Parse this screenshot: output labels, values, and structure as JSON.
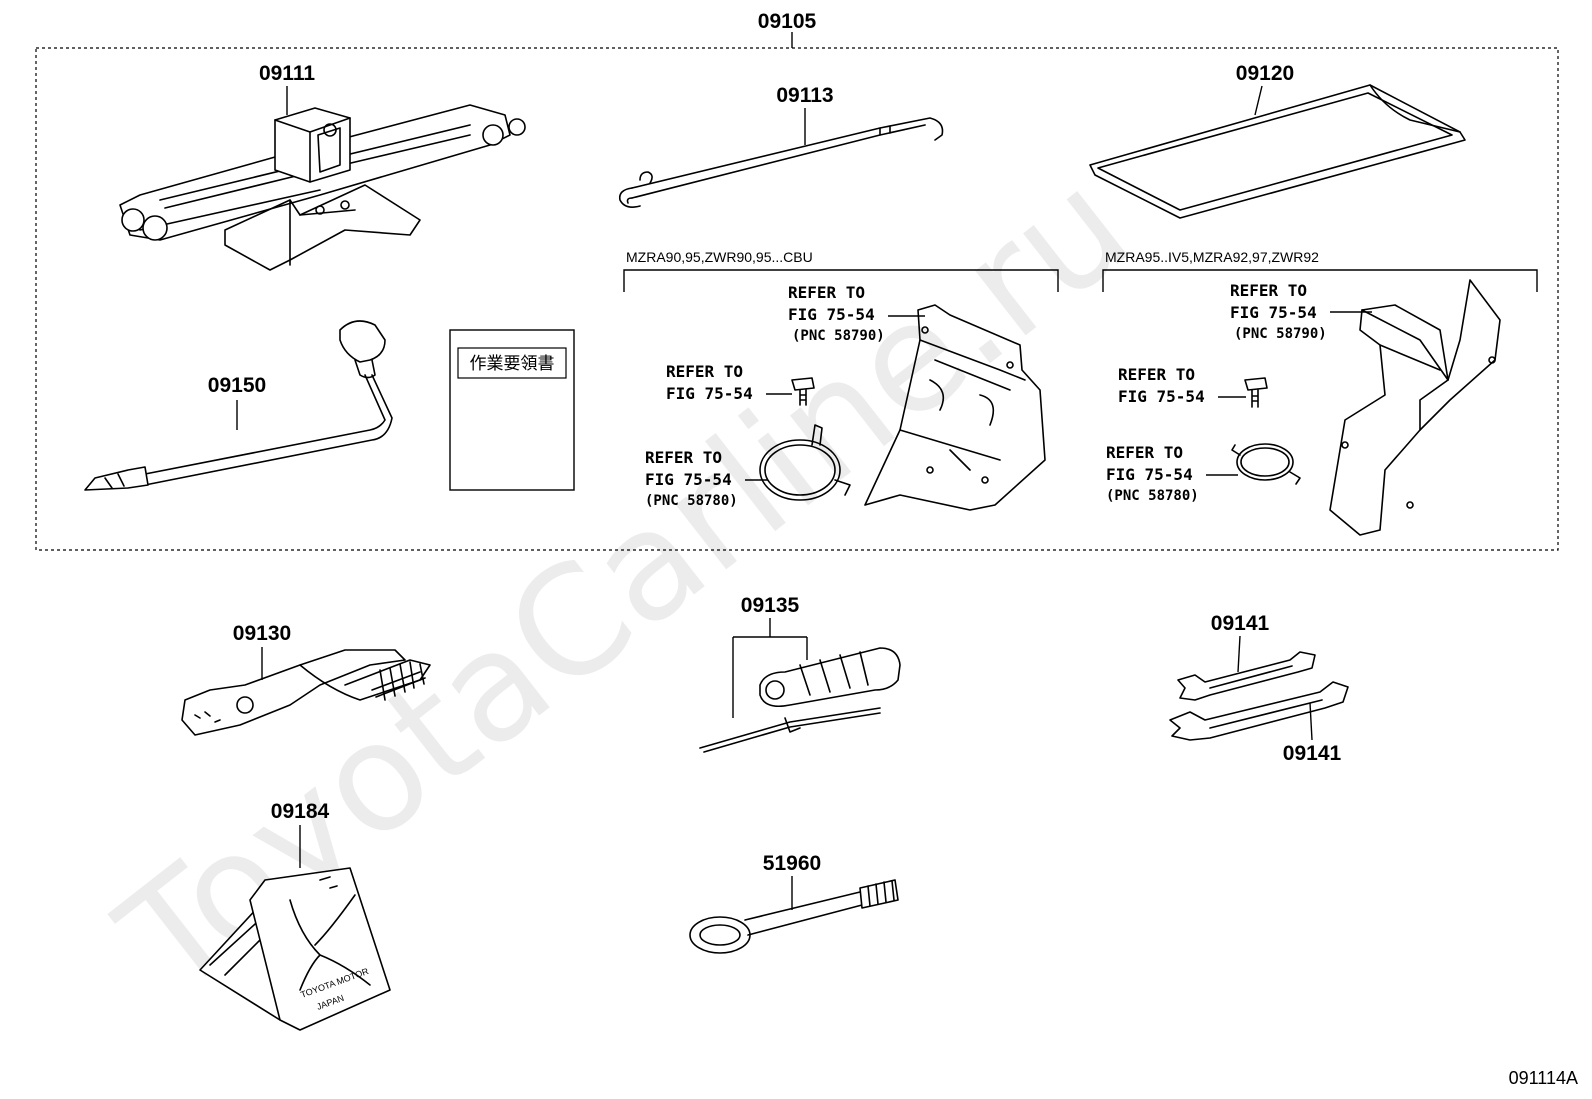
{
  "watermark": "ToyotaCarline.ru",
  "diagram_code": "091114A",
  "parts": {
    "group": "09105",
    "jack": "09111",
    "jack_handle": "09113",
    "tool_bag": "09120",
    "wheel_wrench": "09150",
    "pliers": "09130",
    "screwdriver": "09135",
    "wrench_a": "09141",
    "wrench_b": "09141",
    "wheel_chock": "09184",
    "towing_eye": "51960"
  },
  "manual_label": "作業要領書",
  "chock_text": {
    "line1": "TOYOTA MOTOR",
    "line2": "JAPAN"
  },
  "variants": {
    "left": {
      "title": "MZRA90,95,ZWR90,95...CBU",
      "bracket": {
        "line1": "REFER TO",
        "line2": "FIG 75-54",
        "line3": "(PNC 58790)"
      },
      "bolt": {
        "line1": "REFER TO",
        "line2": "FIG 75-54"
      },
      "clamp": {
        "line1": "REFER TO",
        "line2": "FIG 75-54",
        "line3": "(PNC 58780)"
      }
    },
    "right": {
      "title": "MZRA95..IV5,MZRA92,97,ZWR92",
      "bracket": {
        "line1": "REFER TO",
        "line2": "FIG 75-54",
        "line3": "(PNC 58790)"
      },
      "bolt": {
        "line1": "REFER TO",
        "line2": "FIG 75-54"
      },
      "clamp": {
        "line1": "REFER TO",
        "line2": "FIG 75-54",
        "line3": "(PNC 58780)"
      }
    }
  }
}
